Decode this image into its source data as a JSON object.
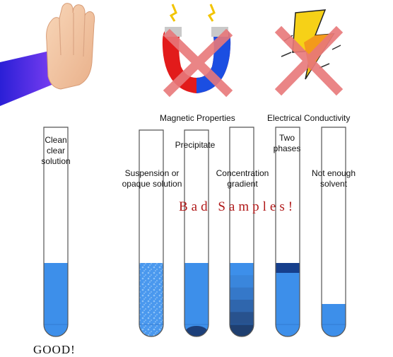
{
  "headings": {
    "magnetic": "Magnetic Properties",
    "electrical": "Electrical Conductivity"
  },
  "tubes": [
    {
      "label": "Clean\nclear\nsolution"
    },
    {
      "label": "Suspension or\nopaque solution"
    },
    {
      "label": "Precipitate"
    },
    {
      "label": "Concentration\ngradient"
    },
    {
      "label": "Two\nphases"
    },
    {
      "label": "Not enough\nsolvent"
    }
  ],
  "banner": "Bad Samples!",
  "good_label": "GOOD!",
  "icons": [
    "stop-hand-icon",
    "crossed-magnet-icon",
    "crossed-lightning-icon"
  ],
  "colors": {
    "liquid": "#3d8fea",
    "liquid_dark": "#1c3f7a",
    "cross": "#e8787a",
    "banner": "#b01818"
  }
}
